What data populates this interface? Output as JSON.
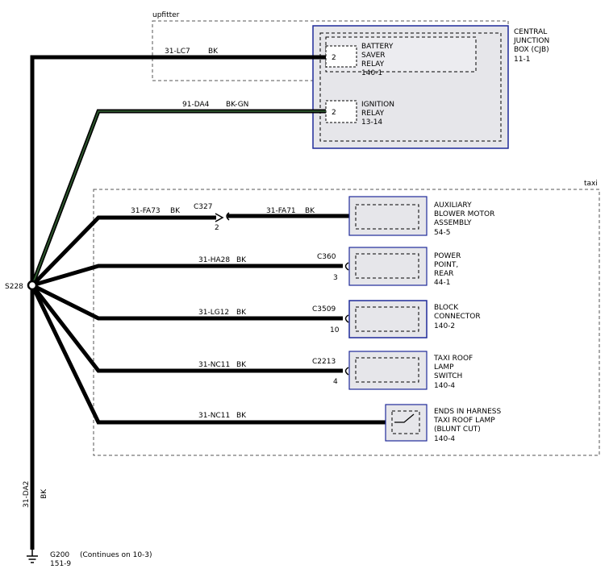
{
  "zones": {
    "upfitter": "upfitter",
    "taxi": "taxi"
  },
  "splice": "S228",
  "colors": {
    "wire": "#000000",
    "wire_stripe": "#2e5a2e",
    "component_border": "#1f2a9a",
    "component_fill": "#e6e6ea"
  },
  "cjb": {
    "lines": [
      "CENTRAL",
      "JUNCTION",
      "BOX (CJB)",
      "11-1"
    ],
    "relays": [
      {
        "pin": "2",
        "lines": [
          "BATTERY",
          "SAVER",
          "RELAY",
          "140-1"
        ]
      },
      {
        "pin": "2",
        "lines": [
          "IGNITION",
          "RELAY",
          "13-14"
        ]
      }
    ]
  },
  "wires": {
    "top1": {
      "circuit": "31-LC7",
      "color": "BK"
    },
    "top2": {
      "circuit": "91-DA4",
      "color": "BK-GN"
    },
    "blower_left": {
      "circuit": "31-FA73",
      "color": "BK"
    },
    "blower_right": {
      "circuit": "31-FA71",
      "color": "BK"
    },
    "power_point": {
      "circuit": "31-HA28",
      "color": "BK"
    },
    "block": {
      "circuit": "31-LG12",
      "color": "BK"
    },
    "roof_lamp_switch": {
      "circuit": "31-NC11",
      "color": "BK"
    },
    "blunt_cut": {
      "circuit": "31-NC11",
      "color": "BK"
    },
    "ground": {
      "circuit": "31-DA2",
      "color": "BK"
    }
  },
  "connectors": {
    "c327": {
      "name": "C327",
      "pin": "2"
    },
    "c360": {
      "name": "C360",
      "pin": "3"
    },
    "c3509": {
      "name": "C3509",
      "pin": "10"
    },
    "c2213": {
      "name": "C2213",
      "pin": "4"
    }
  },
  "components": {
    "blower": [
      "AUXILIARY",
      "BLOWER MOTOR",
      "ASSEMBLY",
      "54-5"
    ],
    "power_point": [
      "POWER",
      "POINT,",
      "REAR",
      "44-1"
    ],
    "block": [
      "BLOCK",
      "CONNECTOR",
      "140-2"
    ],
    "roof_lamp_switch": [
      "TAXI ROOF",
      "LAMP",
      "SWITCH",
      "140-4"
    ],
    "blunt_cut": [
      "ENDS IN HARNESS",
      "TAXI ROOF LAMP",
      "(BLUNT CUT)",
      "140-4"
    ]
  },
  "ground": {
    "name": "G200",
    "ref": "151-9",
    "note": "(Continues on 10-3)"
  }
}
